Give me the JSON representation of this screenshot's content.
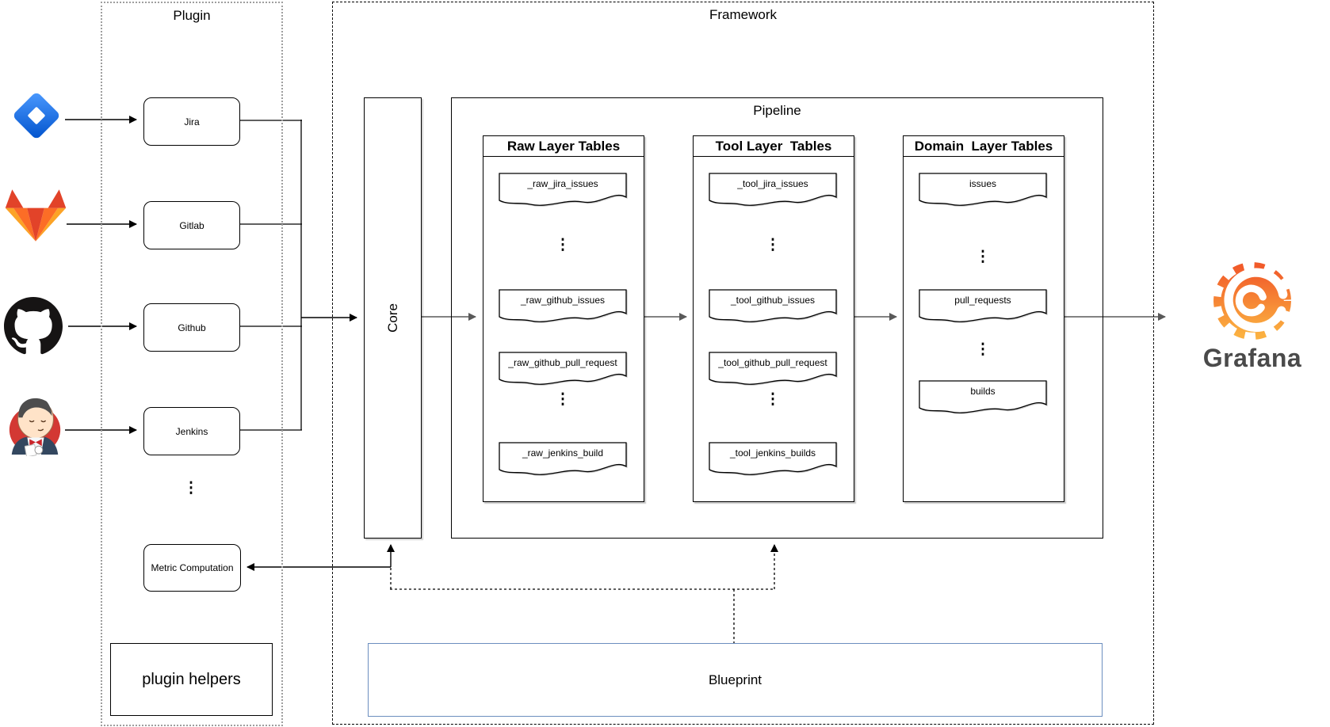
{
  "plugin_panel": {
    "title": "Plugin",
    "nodes": [
      {
        "label": "Jira"
      },
      {
        "label": "Gitlab"
      },
      {
        "label": "Github"
      },
      {
        "label": "Jenkins"
      }
    ],
    "ellipsis": "⋮",
    "metric_node": "Metric Computation",
    "helpers_box": "plugin helpers"
  },
  "framework_panel": {
    "title": "Framework",
    "core": "Core",
    "pipeline": {
      "title": "Pipeline",
      "columns": [
        {
          "title": "Raw Layer Tables",
          "items": [
            "_raw_jira_issues",
            "⋮",
            "_raw_github_issues",
            "_raw_github_pull_request",
            "⋮",
            "_raw_jenkins_build"
          ]
        },
        {
          "title": "Tool Layer  Tables",
          "items": [
            "_tool_jira_issues",
            "⋮",
            "_tool_github_issues",
            "_tool_github_pull_request",
            "⋮",
            "_tool_jenkins_builds"
          ]
        },
        {
          "title": "Domain  Layer Tables",
          "items": [
            "issues",
            "⋮",
            "pull_requests",
            "⋮",
            "builds"
          ]
        }
      ]
    },
    "blueprint": "Blueprint"
  },
  "sources": [
    {
      "icon": "jira-logo"
    },
    {
      "icon": "gitlab-logo"
    },
    {
      "icon": "github-logo"
    },
    {
      "icon": "jenkins-logo"
    }
  ],
  "sink": {
    "label": "Grafana"
  },
  "colors": {
    "line": "#000000",
    "flow_line": "#595959",
    "plugin_border": "#9e9e9e",
    "blueprint_border": "#6c8ebf",
    "jira_blue_light": "#4C9AFF",
    "jira_blue_dark": "#0052CC",
    "gitlab_dark": "#E24329",
    "gitlab_mid": "#FC6D26",
    "gitlab_light": "#FCA326",
    "github_black": "#161414",
    "jenkins_red": "#d33833",
    "grafana_orange_top": "#F15B2A",
    "grafana_orange_bottom": "#FBB040",
    "grafana_text": "#4a4a4a"
  }
}
